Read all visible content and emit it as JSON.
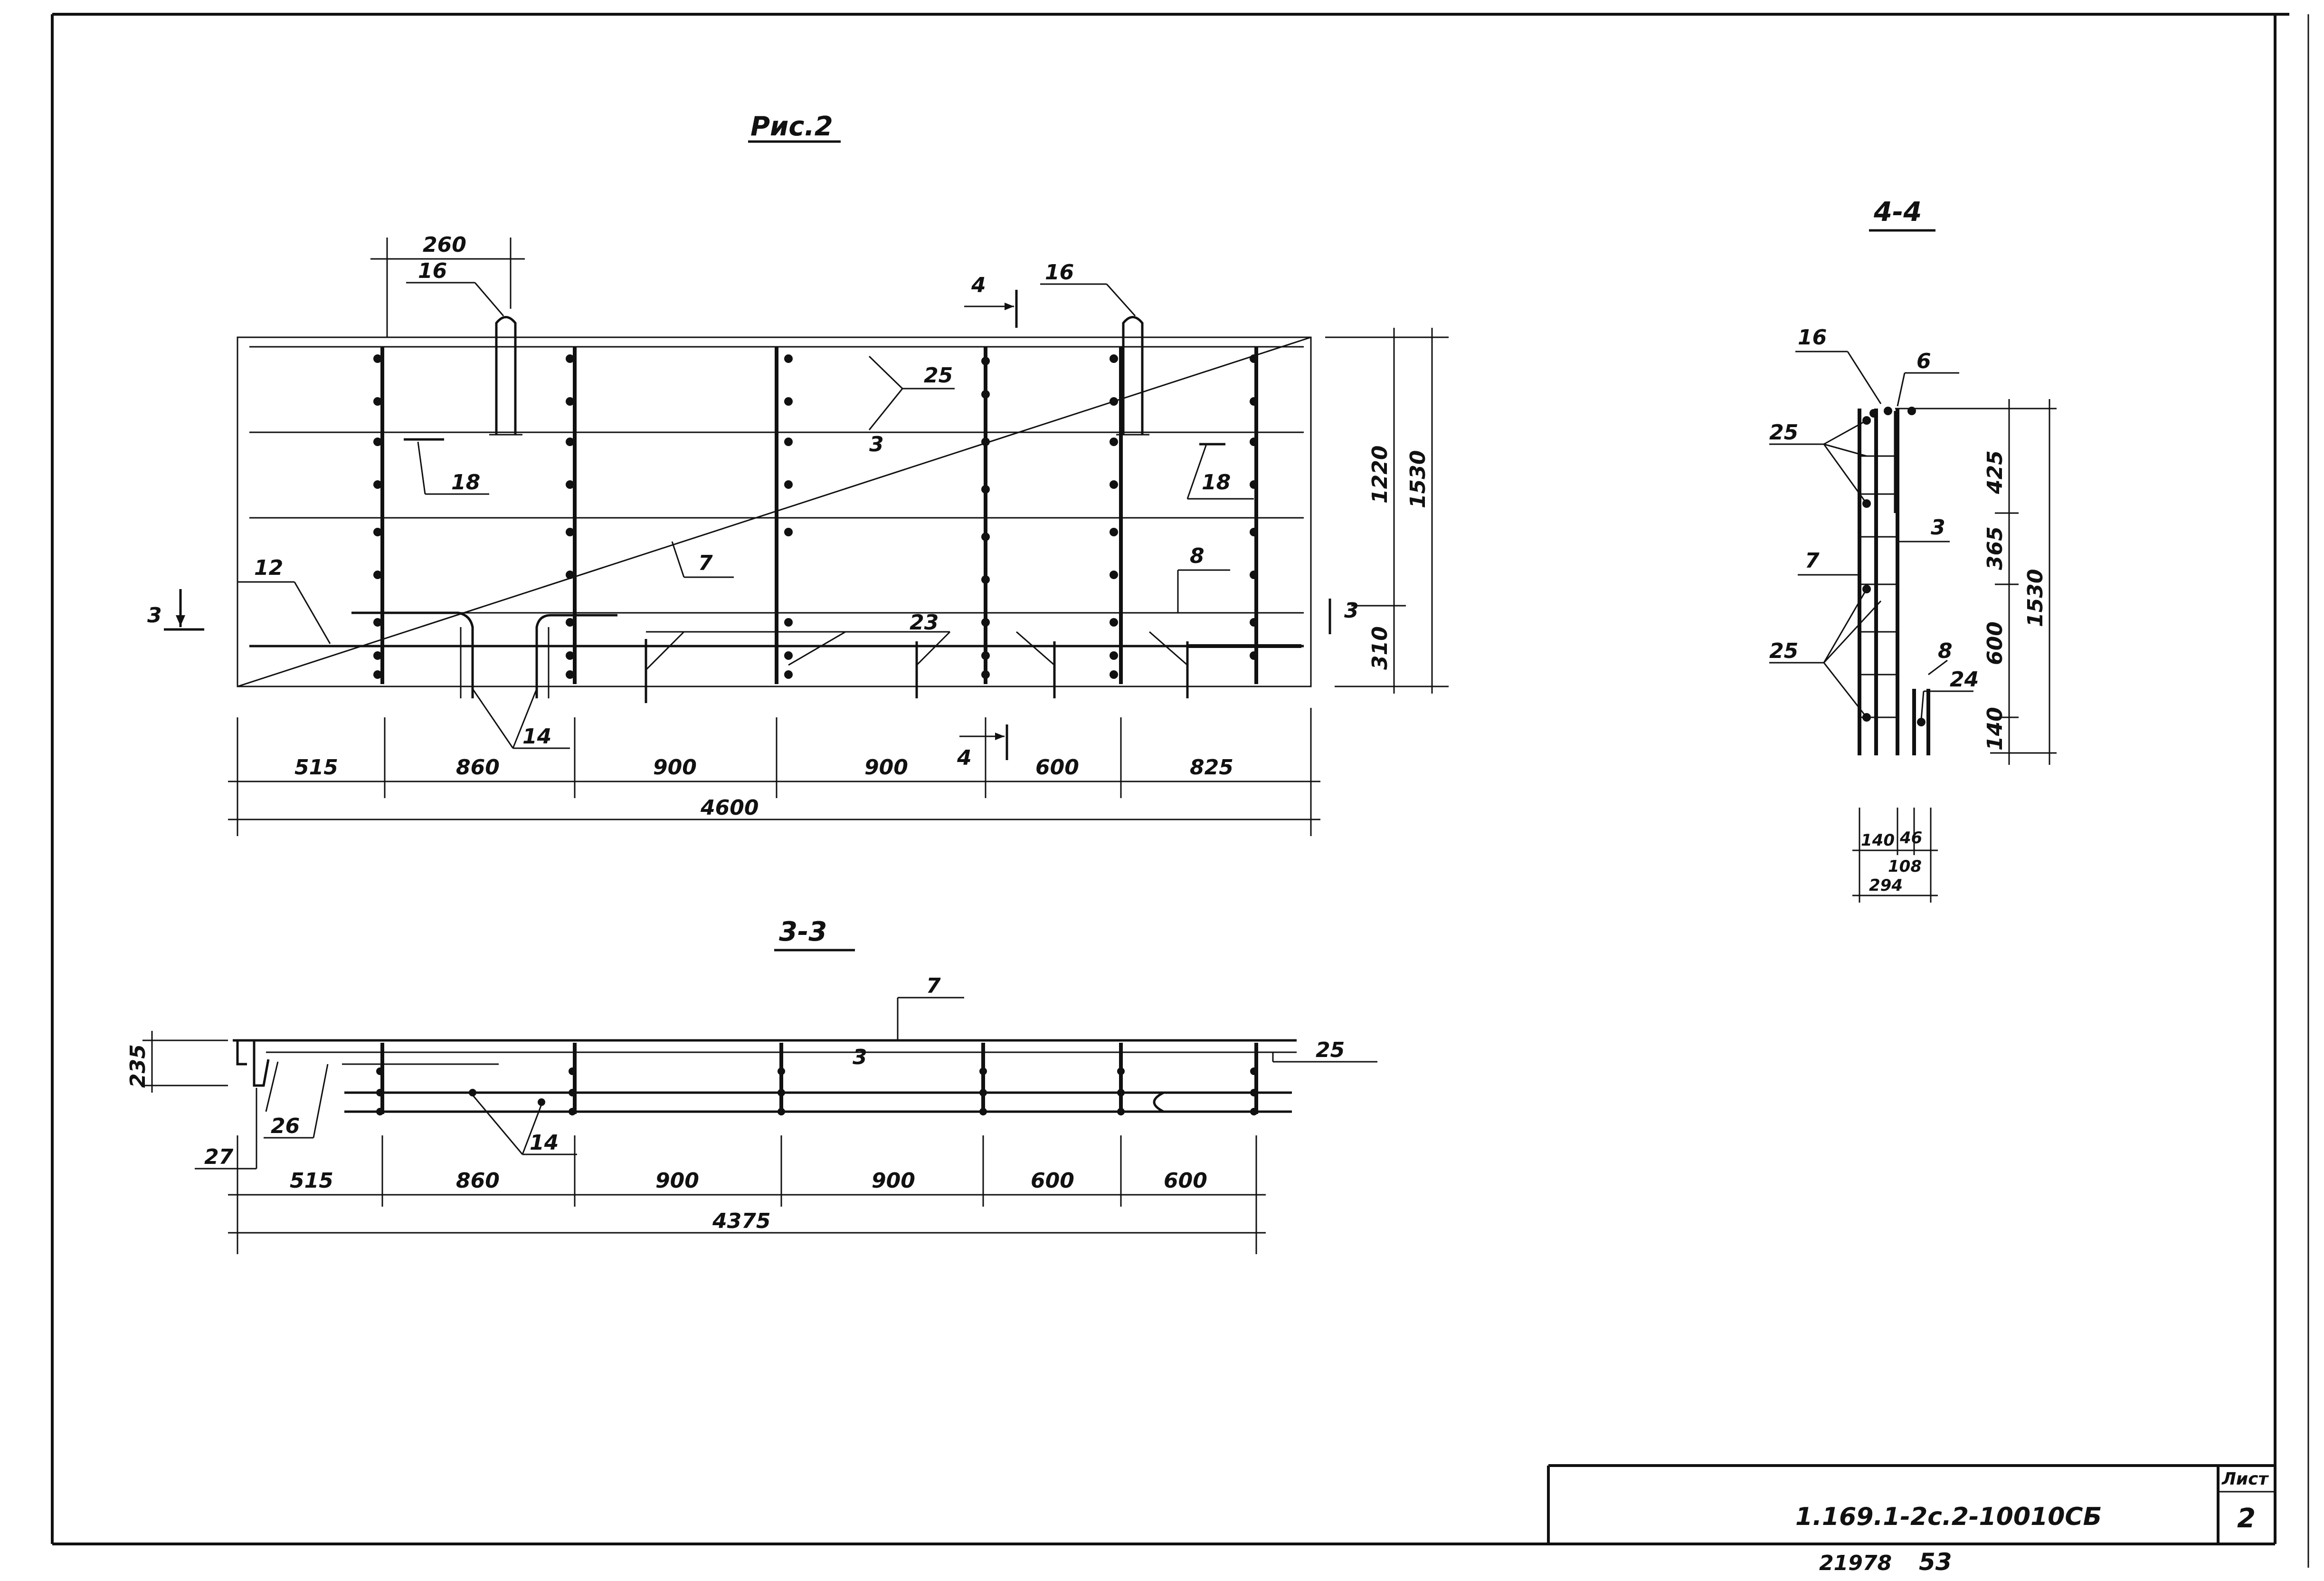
{
  "titles": {
    "fig": "Рис.2",
    "sec44": "4-4",
    "sec33": "3-3"
  },
  "main_view": {
    "dims_top": [
      "260"
    ],
    "dims_bottom": [
      "515",
      "860",
      "900",
      "900",
      "600",
      "825"
    ],
    "dim_total": "4600",
    "dims_right": [
      "1220",
      "1530",
      "310"
    ],
    "labels": {
      "p16a": "16",
      "p16b": "16",
      "p25": "25",
      "p3": "3",
      "p18a": "18",
      "p18b": "18",
      "p7": "7",
      "p8": "8",
      "p12": "12",
      "p23": "23",
      "p14": "14"
    },
    "cuts": {
      "cut3_left": "3",
      "cut3_right": "3",
      "cut4_top": "4",
      "cut4_bottom": "4"
    }
  },
  "section_44": {
    "labels": {
      "p16": "16",
      "p6": "6",
      "p25a": "25",
      "p3": "3",
      "p7": "7",
      "p25b": "25",
      "p8": "8",
      "p24": "24"
    },
    "dims_right": [
      "425",
      "365",
      "600",
      "140"
    ],
    "dim_total": "1530",
    "dims_bottom": [
      "140",
      "46",
      "108",
      "294"
    ]
  },
  "section_33": {
    "labels": {
      "p7": "7",
      "p3": "3",
      "p25": "25",
      "p26": "26",
      "p27": "27",
      "p14": "14"
    },
    "dim_height": "235",
    "dims_bottom": [
      "515",
      "860",
      "900",
      "900",
      "600",
      "600"
    ],
    "dim_total": "4375"
  },
  "title_block": {
    "sheet_label": "Лист",
    "code": "1.169.1-2с.2-10010СБ",
    "sheet_no": "2",
    "archive": "21978",
    "page": "53"
  }
}
